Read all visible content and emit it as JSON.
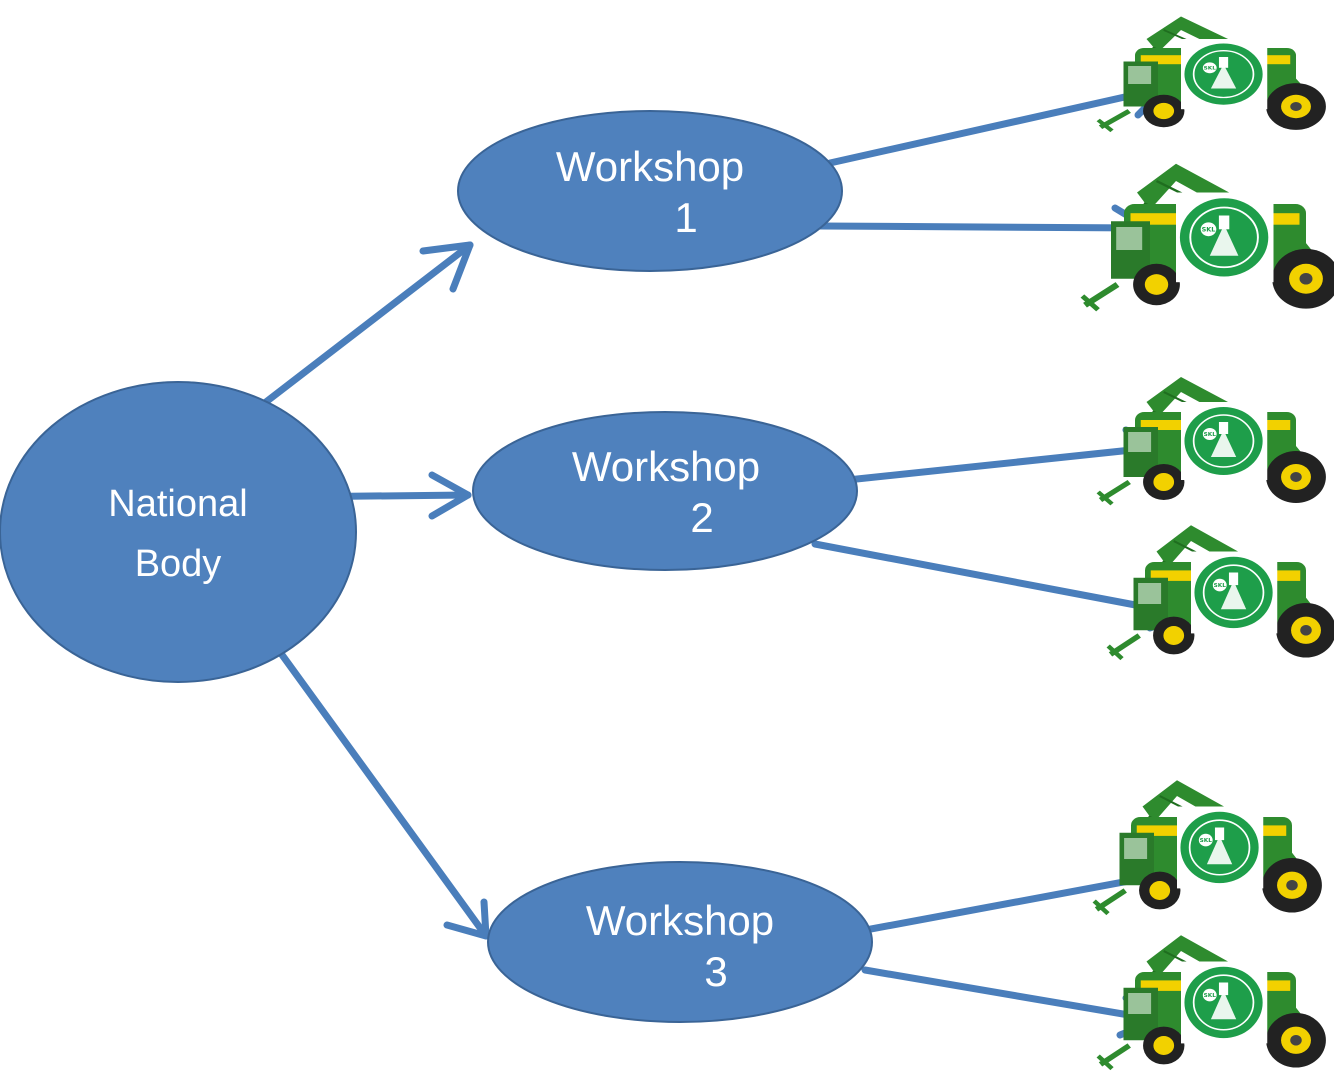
{
  "diagram": {
    "root": {
      "line1": "National",
      "line2": "Body"
    },
    "workshops": [
      {
        "line1": "Workshop",
        "line2": "1"
      },
      {
        "line1": "Workshop",
        "line2": "2"
      },
      {
        "line1": "Workshop",
        "line2": "3"
      }
    ],
    "sprayer_count_per_workshop": 2,
    "inspection_stamp_text": "SKL",
    "colors": {
      "node_fill": "#4F81BD",
      "node_stroke": "#3A6496",
      "arrow": "#4A7EBB",
      "sprayer_green": "#2E8B2E",
      "sprayer_yellow": "#F2D100",
      "stamp_green": "#1E9E4A"
    }
  }
}
